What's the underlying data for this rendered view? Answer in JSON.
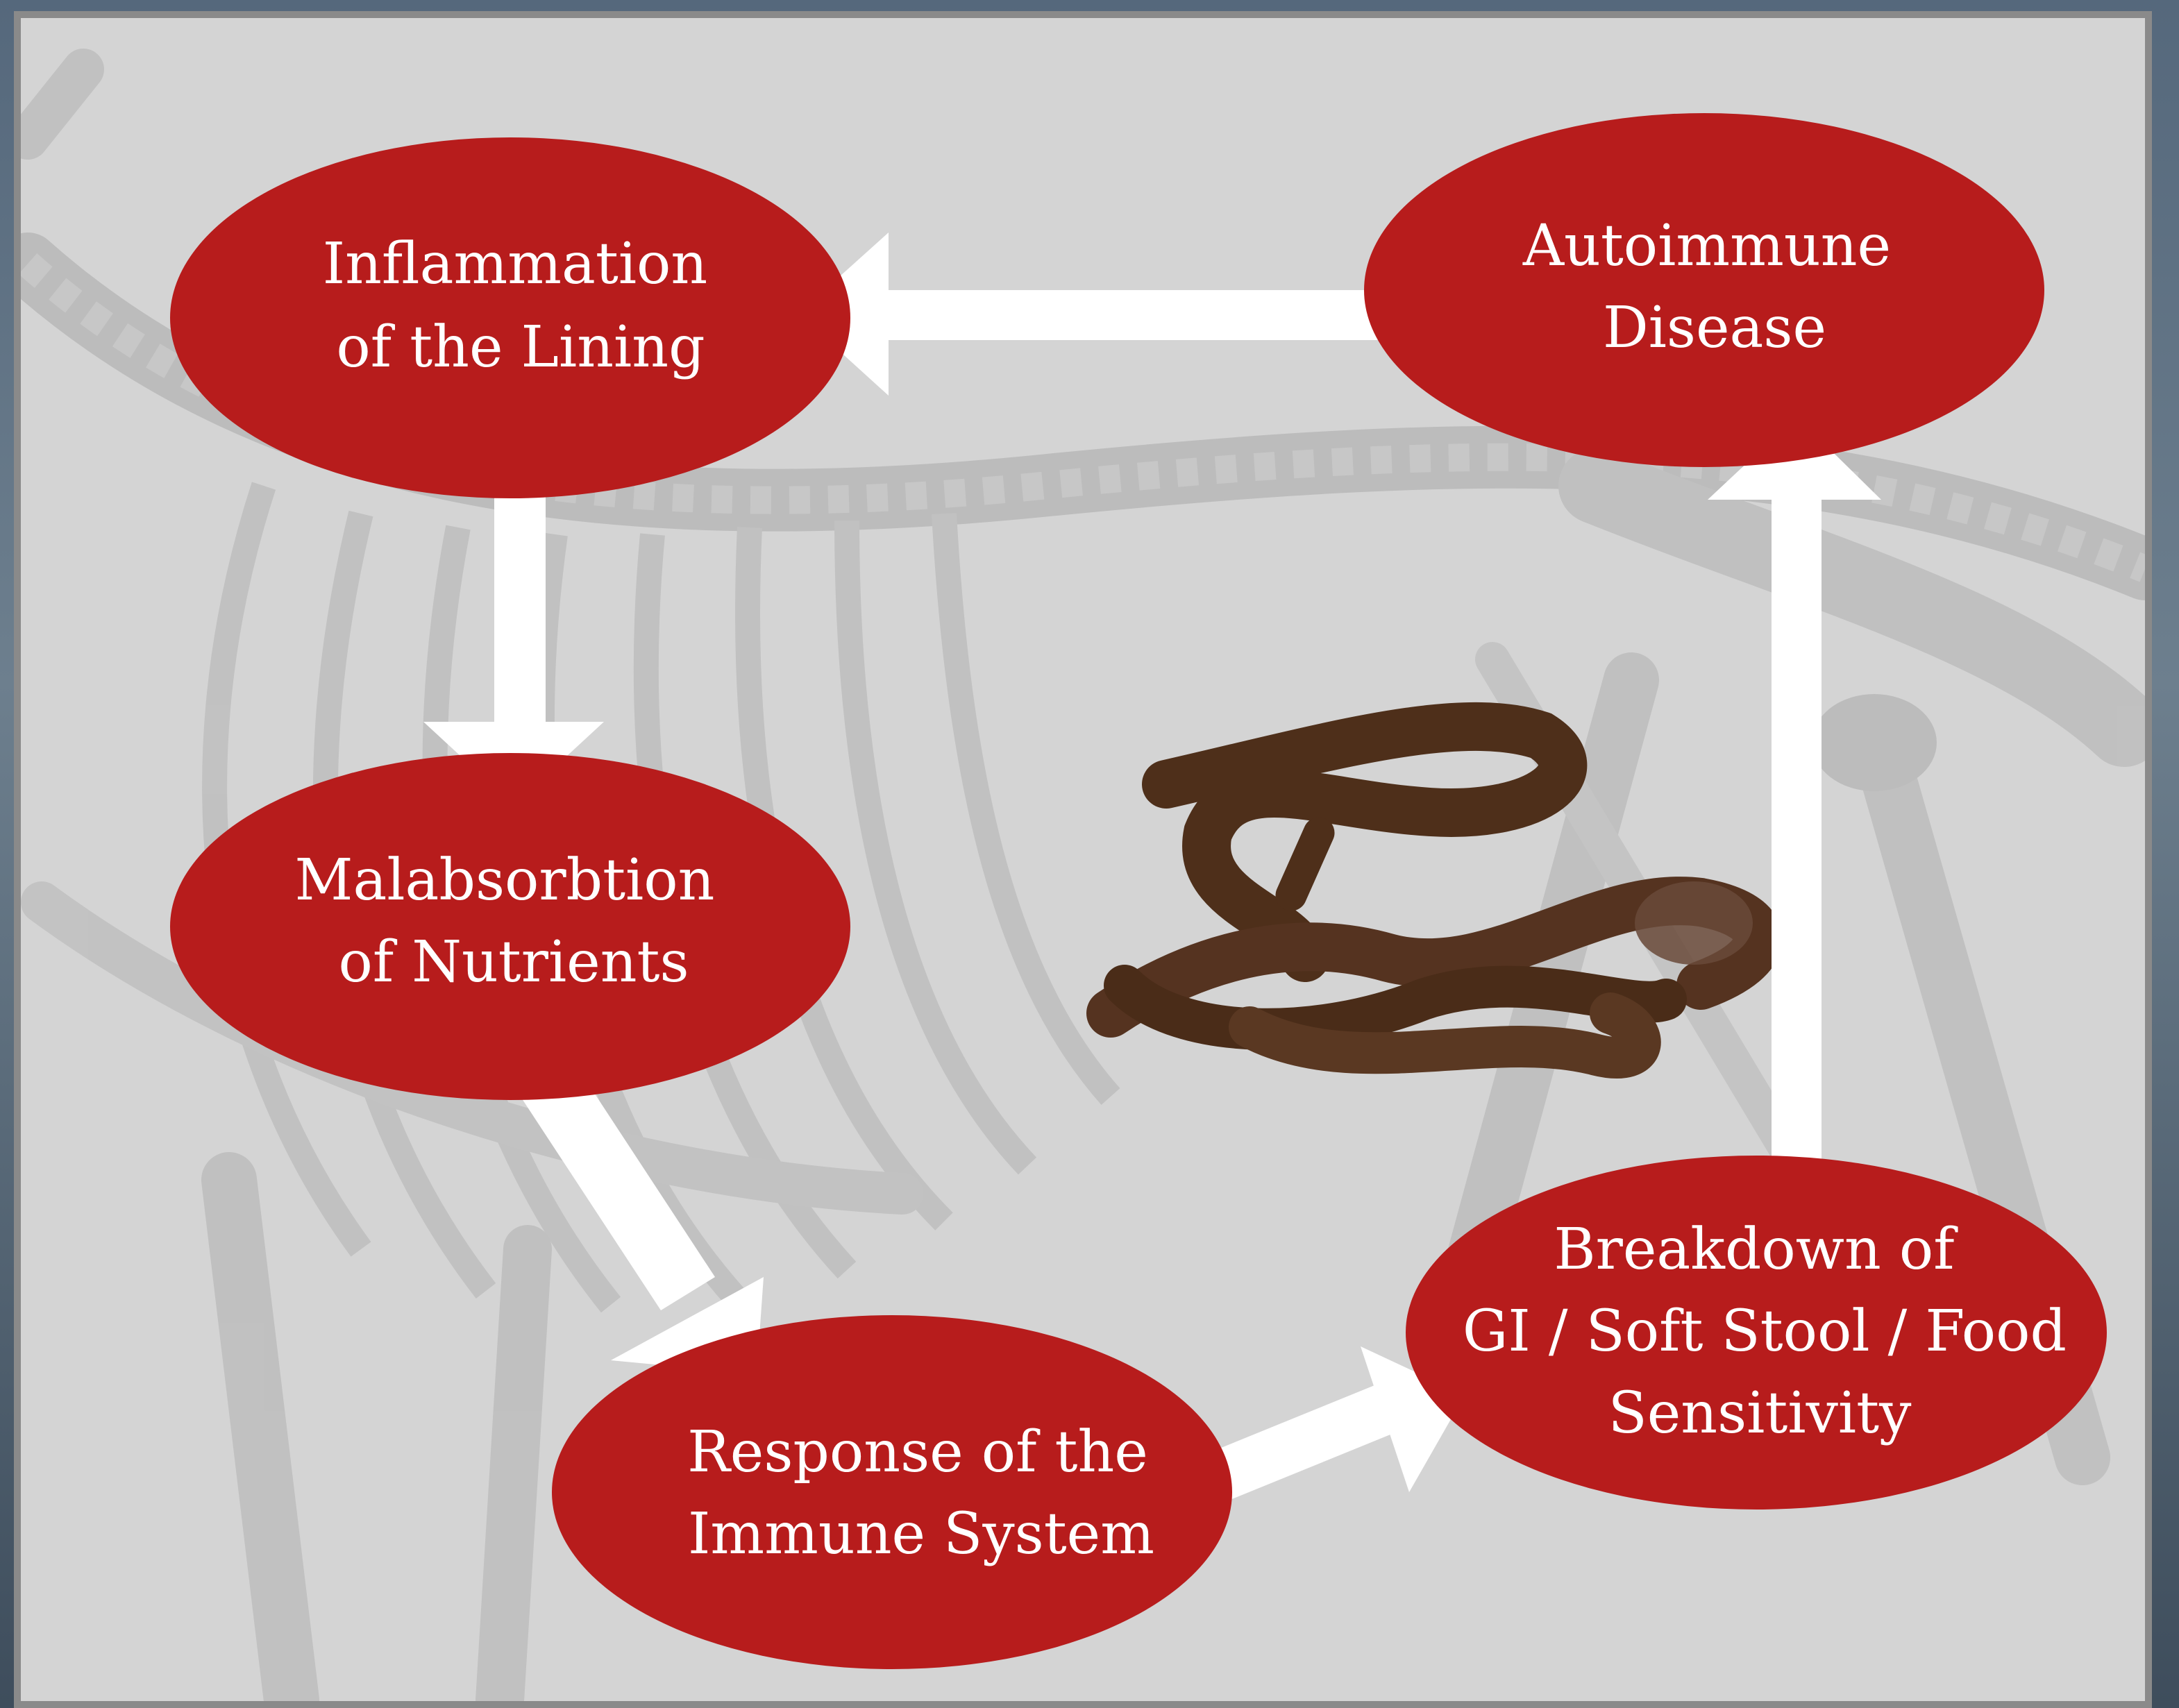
{
  "diagram": {
    "nodes": {
      "inflammation": {
        "lines": [
          "Inflammation",
          "of the Lining"
        ]
      },
      "autoimmune": {
        "lines": [
          "Autoimmune",
          "Disease"
        ]
      },
      "malabsorption": {
        "lines": [
          "Malabsorbtion",
          "of Nutrients"
        ]
      },
      "immune_response": {
        "lines": [
          "Response of the",
          "Immune System"
        ]
      },
      "breakdown": {
        "lines": [
          "Breakdown of",
          "GI / Soft Stool / Food",
          "Sensitivity"
        ]
      }
    },
    "colors": {
      "node_fill": "#b71c1c",
      "node_text": "#ffffff",
      "arrow": "#ffffff",
      "background": "#d4d4d4",
      "frame": "#8a8a8a",
      "skeleton": "#a8a8a8",
      "intestine": "#4e2f1a"
    }
  }
}
